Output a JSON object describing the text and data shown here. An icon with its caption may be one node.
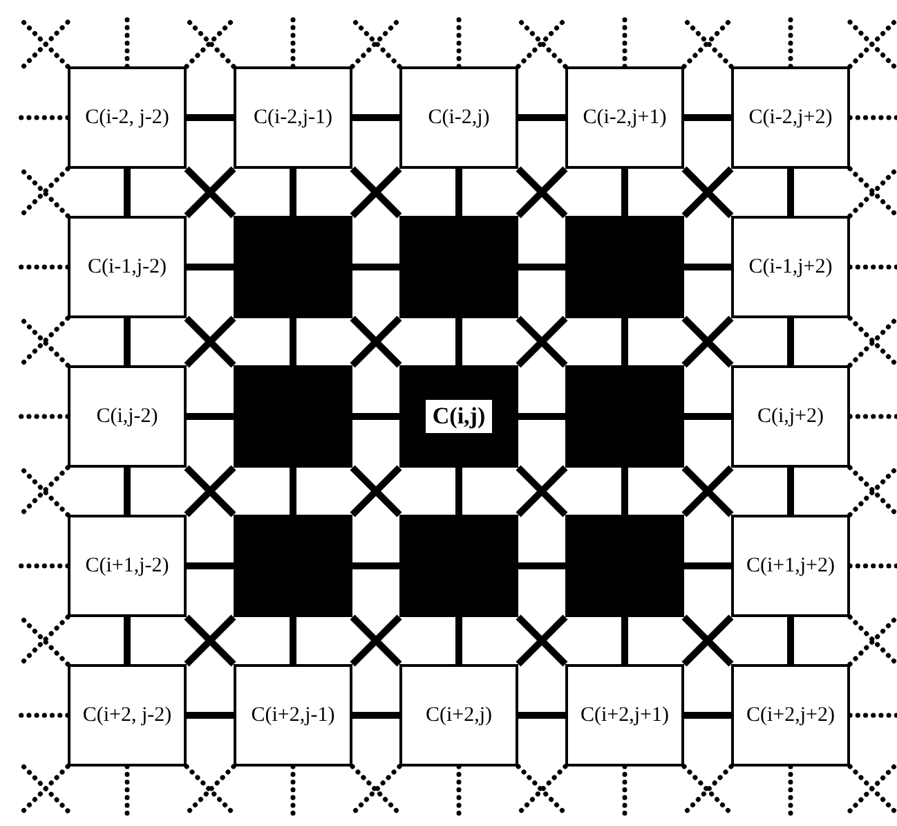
{
  "diagram": {
    "nodes": [
      {
        "text": [
          "C(i-2, j-2)"
        ]
      },
      {
        "text": [
          "C(i-2,j-1)"
        ]
      },
      {
        "text": [
          "C(i-2,j)"
        ]
      },
      {
        "text": [
          "C(i-2,j+1)"
        ]
      },
      {
        "text": [
          "C(i-2,j+2)"
        ]
      },
      {
        "text": [
          "C(i-1,j-2)"
        ]
      },
      {
        "text": [],
        "shape": "box"
      },
      {
        "text": [],
        "shape": "box"
      },
      {
        "text": [],
        "shape": "box"
      },
      {
        "text": [
          "C(i-1,j+2)"
        ]
      },
      {
        "text": [
          "C(i,j-2)"
        ]
      },
      {
        "text": [],
        "shape": "box"
      },
      {
        "text": [
          "C(i,j)"
        ]
      },
      {
        "text": [],
        "shape": "box"
      },
      {
        "text": [
          "C(i,j+2)"
        ]
      },
      {
        "text": [
          "C(i+1,j-2)"
        ]
      },
      {
        "text": [],
        "shape": "box"
      },
      {
        "text": [],
        "shape": "box"
      },
      {
        "text": [],
        "shape": "box"
      },
      {
        "text": [
          "C(i+1,j+2)"
        ]
      },
      {
        "text": [
          "C(i+2, j-2)"
        ]
      },
      {
        "text": [
          "C(i+2,j-1)"
        ]
      },
      {
        "text": [
          "C(i+2,j)"
        ]
      },
      {
        "text": [
          "C(i+2,j+1)"
        ]
      },
      {
        "text": [
          "C(i+2,j+2)"
        ]
      }
    ],
    "edges": [
      {
        "from": 0,
        "to": 1,
        "arrow": "none"
      },
      {
        "from": 1,
        "to": 2,
        "arrow": "none"
      },
      {
        "from": 2,
        "to": 3,
        "arrow": "none"
      },
      {
        "from": 3,
        "to": 4,
        "arrow": "none"
      },
      {
        "from": 5,
        "to": 6,
        "arrow": "none"
      },
      {
        "from": 6,
        "to": 7,
        "arrow": "none"
      },
      {
        "from": 7,
        "to": 8,
        "arrow": "none"
      },
      {
        "from": 8,
        "to": 9,
        "arrow": "none"
      },
      {
        "from": 10,
        "to": 11,
        "arrow": "none"
      },
      {
        "from": 11,
        "to": 12,
        "arrow": "none"
      },
      {
        "from": 12,
        "to": 13,
        "arrow": "none"
      },
      {
        "from": 13,
        "to": 14,
        "arrow": "none"
      },
      {
        "from": 15,
        "to": 16,
        "arrow": "none"
      },
      {
        "from": 16,
        "to": 17,
        "arrow": "none"
      },
      {
        "from": 17,
        "to": 18,
        "arrow": "none"
      },
      {
        "from": 18,
        "to": 19,
        "arrow": "none"
      },
      {
        "from": 20,
        "to": 21,
        "arrow": "none"
      },
      {
        "from": 21,
        "to": 22,
        "arrow": "none"
      },
      {
        "from": 22,
        "to": 23,
        "arrow": "none"
      },
      {
        "from": 23,
        "to": 24,
        "arrow": "none"
      },
      {
        "from": 0,
        "to": 5,
        "arrow": "none"
      },
      {
        "from": 1,
        "to": 6,
        "arrow": "none"
      },
      {
        "from": 2,
        "to": 7,
        "arrow": "none"
      },
      {
        "from": 3,
        "to": 8,
        "arrow": "none"
      },
      {
        "from": 4,
        "to": 9,
        "arrow": "none"
      },
      {
        "from": 5,
        "to": 10,
        "arrow": "none"
      },
      {
        "from": 6,
        "to": 11,
        "arrow": "none"
      },
      {
        "from": 7,
        "to": 12,
        "arrow": "none"
      },
      {
        "from": 8,
        "to": 13,
        "arrow": "none"
      },
      {
        "from": 9,
        "to": 14,
        "arrow": "none"
      },
      {
        "from": 10,
        "to": 15,
        "arrow": "none"
      },
      {
        "from": 11,
        "to": 16,
        "arrow": "none"
      },
      {
        "from": 12,
        "to": 17,
        "arrow": "none"
      },
      {
        "from": 13,
        "to": 18,
        "arrow": "none"
      },
      {
        "from": 14,
        "to": 19,
        "arrow": "none"
      },
      {
        "from": 15,
        "to": 20,
        "arrow": "none"
      },
      {
        "from": 16,
        "to": 21,
        "arrow": "none"
      },
      {
        "from": 17,
        "to": 22,
        "arrow": "none"
      },
      {
        "from": 18,
        "to": 23,
        "arrow": "none"
      },
      {
        "from": 19,
        "to": 24,
        "arrow": "none"
      },
      {
        "from": 0,
        "to": 6,
        "arrow": "none"
      },
      {
        "from": 1,
        "to": 5,
        "arrow": "none"
      },
      {
        "from": 1,
        "to": 7,
        "arrow": "none"
      },
      {
        "from": 2,
        "to": 6,
        "arrow": "none"
      },
      {
        "from": 2,
        "to": 8,
        "arrow": "none"
      },
      {
        "from": 3,
        "to": 7,
        "arrow": "none"
      },
      {
        "from": 3,
        "to": 9,
        "arrow": "none"
      },
      {
        "from": 4,
        "to": 8,
        "arrow": "none"
      },
      {
        "from": 5,
        "to": 11,
        "arrow": "none"
      },
      {
        "from": 6,
        "to": 10,
        "arrow": "none"
      },
      {
        "from": 6,
        "to": 12,
        "arrow": "none"
      },
      {
        "from": 7,
        "to": 11,
        "arrow": "none"
      },
      {
        "from": 7,
        "to": 13,
        "arrow": "none"
      },
      {
        "from": 8,
        "to": 12,
        "arrow": "none"
      },
      {
        "from": 8,
        "to": 14,
        "arrow": "none"
      },
      {
        "from": 9,
        "to": 13,
        "arrow": "none"
      },
      {
        "from": 10,
        "to": 16,
        "arrow": "none"
      },
      {
        "from": 11,
        "to": 15,
        "arrow": "none"
      },
      {
        "from": 11,
        "to": 17,
        "arrow": "none"
      },
      {
        "from": 12,
        "to": 16,
        "arrow": "none"
      },
      {
        "from": 12,
        "to": 18,
        "arrow": "none"
      },
      {
        "from": 13,
        "to": 17,
        "arrow": "none"
      },
      {
        "from": 13,
        "to": 19,
        "arrow": "none"
      },
      {
        "from": 14,
        "to": 18,
        "arrow": "none"
      },
      {
        "from": 15,
        "to": 21,
        "arrow": "none"
      },
      {
        "from": 16,
        "to": 20,
        "arrow": "none"
      },
      {
        "from": 16,
        "to": 22,
        "arrow": "none"
      },
      {
        "from": 17,
        "to": 21,
        "arrow": "none"
      },
      {
        "from": 17,
        "to": 23,
        "arrow": "none"
      },
      {
        "from": 18,
        "to": 22,
        "arrow": "none"
      },
      {
        "from": 18,
        "to": 24,
        "arrow": "none"
      },
      {
        "from": 19,
        "to": 23,
        "arrow": "none"
      },
      {
        "from": 0,
        "to": null,
        "arrow": "none",
        "style": "dashed"
      },
      {
        "from": 0,
        "to": null,
        "arrow": "none",
        "style": "dashed"
      },
      {
        "from": 0,
        "to": null,
        "arrow": "none",
        "style": "dashed"
      },
      {
        "from": 0,
        "to": null,
        "arrow": "none",
        "style": "dashed"
      },
      {
        "from": 0,
        "to": null,
        "arrow": "none",
        "style": "dashed"
      },
      {
        "from": 1,
        "to": null,
        "arrow": "none",
        "style": "dashed"
      },
      {
        "from": 1,
        "to": null,
        "arrow": "none",
        "style": "dashed"
      },
      {
        "from": 1,
        "to": null,
        "arrow": "none",
        "style": "dashed"
      },
      {
        "from": 2,
        "to": null,
        "arrow": "none",
        "style": "dashed"
      },
      {
        "from": 2,
        "to": null,
        "arrow": "none",
        "style": "dashed"
      },
      {
        "from": 2,
        "to": null,
        "arrow": "none",
        "style": "dashed"
      },
      {
        "from": 3,
        "to": null,
        "arrow": "none",
        "style": "dashed"
      },
      {
        "from": 3,
        "to": null,
        "arrow": "none",
        "style": "dashed"
      },
      {
        "from": 3,
        "to": null,
        "arrow": "none",
        "style": "dashed"
      },
      {
        "from": 4,
        "to": null,
        "arrow": "none",
        "style": "dashed"
      },
      {
        "from": 4,
        "to": null,
        "arrow": "none",
        "style": "dashed"
      },
      {
        "from": 4,
        "to": null,
        "arrow": "none",
        "style": "dashed"
      },
      {
        "from": 4,
        "to": null,
        "arrow": "none",
        "style": "dashed"
      },
      {
        "from": 4,
        "to": null,
        "arrow": "none",
        "style": "dashed"
      },
      {
        "from": 5,
        "to": null,
        "arrow": "none",
        "style": "dashed"
      },
      {
        "from": 5,
        "to": null,
        "arrow": "none",
        "style": "dashed"
      },
      {
        "from": 5,
        "to": null,
        "arrow": "none",
        "style": "dashed"
      },
      {
        "from": 9,
        "to": null,
        "arrow": "none",
        "style": "dashed"
      },
      {
        "from": 9,
        "to": null,
        "arrow": "none",
        "style": "dashed"
      },
      {
        "from": 9,
        "to": null,
        "arrow": "none",
        "style": "dashed"
      },
      {
        "from": 10,
        "to": null,
        "arrow": "none",
        "style": "dashed"
      },
      {
        "from": 10,
        "to": null,
        "arrow": "none",
        "style": "dashed"
      },
      {
        "from": 10,
        "to": null,
        "arrow": "none",
        "style": "dashed"
      },
      {
        "from": 14,
        "to": null,
        "arrow": "none",
        "style": "dashed"
      },
      {
        "from": 14,
        "to": null,
        "arrow": "none",
        "style": "dashed"
      },
      {
        "from": 14,
        "to": null,
        "arrow": "none",
        "style": "dashed"
      },
      {
        "from": 15,
        "to": null,
        "arrow": "none",
        "style": "dashed"
      },
      {
        "from": 15,
        "to": null,
        "arrow": "none",
        "style": "dashed"
      },
      {
        "from": 15,
        "to": null,
        "arrow": "none",
        "style": "dashed"
      },
      {
        "from": 19,
        "to": null,
        "arrow": "none",
        "style": "dashed"
      },
      {
        "from": 19,
        "to": null,
        "arrow": "none",
        "style": "dashed"
      },
      {
        "from": 19,
        "to": null,
        "arrow": "none",
        "style": "dashed"
      },
      {
        "from": 20,
        "to": null,
        "arrow": "none",
        "style": "dashed"
      },
      {
        "from": 20,
        "to": null,
        "arrow": "none",
        "style": "dashed"
      },
      {
        "from": 20,
        "to": null,
        "arrow": "none",
        "style": "dashed"
      },
      {
        "from": 20,
        "to": null,
        "arrow": "none",
        "style": "dashed"
      },
      {
        "from": 20,
        "to": null,
        "arrow": "none",
        "style": "dashed"
      },
      {
        "from": 21,
        "to": null,
        "arrow": "none",
        "style": "dashed"
      },
      {
        "from": 21,
        "to": null,
        "arrow": "none",
        "style": "dashed"
      },
      {
        "from": 21,
        "to": null,
        "arrow": "none",
        "style": "dashed"
      },
      {
        "from": 22,
        "to": null,
        "arrow": "none",
        "style": "dashed"
      },
      {
        "from": 22,
        "to": null,
        "arrow": "none",
        "style": "dashed"
      },
      {
        "from": 22,
        "to": null,
        "arrow": "none",
        "style": "dashed"
      },
      {
        "from": 23,
        "to": null,
        "arrow": "none",
        "style": "dashed"
      },
      {
        "from": 23,
        "to": null,
        "arrow": "none",
        "style": "dashed"
      },
      {
        "from": 23,
        "to": null,
        "arrow": "none",
        "style": "dashed"
      },
      {
        "from": 24,
        "to": null,
        "arrow": "none",
        "style": "dashed"
      },
      {
        "from": 24,
        "to": null,
        "arrow": "none",
        "style": "dashed"
      },
      {
        "from": 24,
        "to": null,
        "arrow": "none",
        "style": "dashed"
      },
      {
        "from": 24,
        "to": null,
        "arrow": "none",
        "style": "dashed"
      },
      {
        "from": 24,
        "to": null,
        "arrow": "none",
        "style": "dashed"
      }
    ]
  }
}
